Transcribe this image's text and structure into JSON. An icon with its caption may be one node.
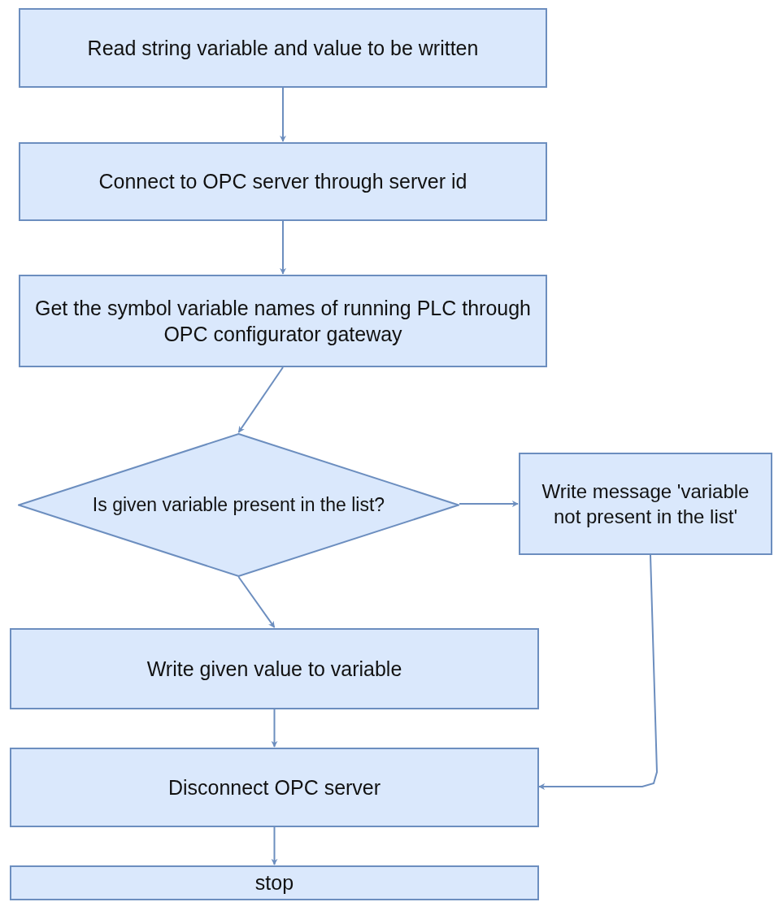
{
  "diagram": {
    "nodes": [
      {
        "text": [
          "Read string variable and value to be written"
        ]
      },
      {
        "text": [
          "Connect to OPC server through server id"
        ]
      },
      {
        "text": [
          "Get the symbol variable names of running PLC through OPC configurator gateway"
        ]
      },
      {
        "text": [
          "Is given variable present in the list?"
        ]
      },
      {
        "text": [
          "Write message 'variable not present in the list'"
        ]
      },
      {
        "text": [
          "Write given value to variable"
        ]
      },
      {
        "text": [
          "Disconnect OPC server"
        ]
      },
      {
        "text": [
          "stop"
        ]
      }
    ],
    "edges": [
      {
        "from": 0,
        "to": 1,
        "arrow": "to"
      },
      {
        "from": 1,
        "to": 2,
        "arrow": "to"
      },
      {
        "from": 2,
        "to": 3,
        "arrow": "to"
      },
      {
        "from": 3,
        "to": 4,
        "arrow": "to"
      },
      {
        "from": 3,
        "to": 5,
        "arrow": "to"
      },
      {
        "from": 5,
        "to": 6,
        "arrow": "to"
      },
      {
        "from": 4,
        "to": 6,
        "arrow": "to"
      },
      {
        "from": 6,
        "to": 7,
        "arrow": "to"
      }
    ]
  }
}
